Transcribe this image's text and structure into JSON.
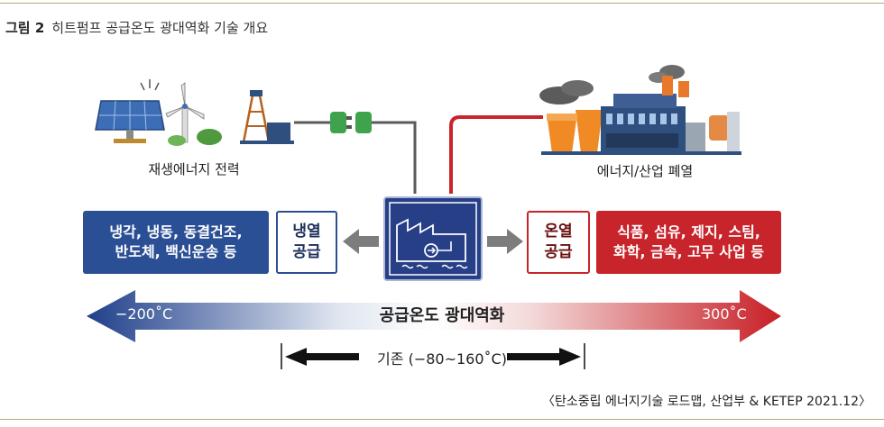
{
  "figure": {
    "number": "그림 2",
    "title": "히트펌프 공급온도 광대역화 기술 개요"
  },
  "sources": {
    "renewable_label": "재생에너지 전력",
    "waste_heat_label": "에너지/산업 폐열"
  },
  "cold_side": {
    "applications": "냉각, 냉동, 동결건조,\n반도체, 백신운송 등",
    "supply": "냉열\n공급"
  },
  "hot_side": {
    "supply": "온열\n공급",
    "applications": "식품, 섬유, 제지, 스팀,\n화학, 금속, 고무 사업 등"
  },
  "range": {
    "center_label": "공급온도  광대역화",
    "low": "−200˚C",
    "high": "300˚C",
    "baseline": "기존 (−80~160˚C)"
  },
  "source_note": "〈탄소중립 에너지기술 로드맵, 산업부 & KETEP 2021.12〉",
  "colors": {
    "cold_blue": "#2b4f94",
    "hot_red": "#c8242b",
    "arrow_gray": "#7d7d7d",
    "wire_dark": "#5a5a5a",
    "plug_green": "#3fa34d"
  }
}
